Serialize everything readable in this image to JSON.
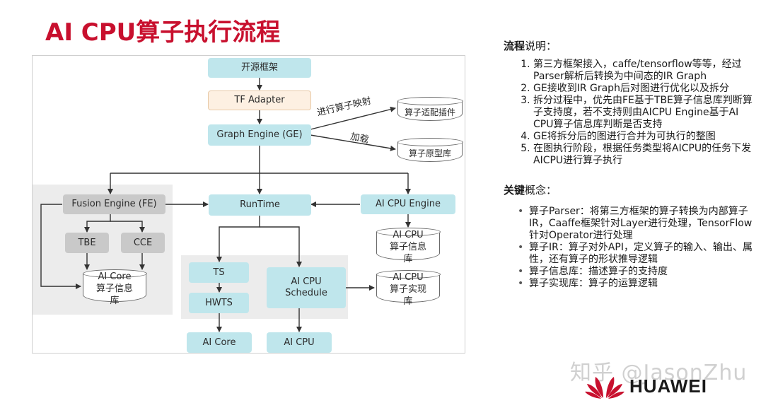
{
  "title": "AI CPU算子执行流程",
  "diagram": {
    "nodes": {
      "open_framework": "开源框架",
      "tf_adapter": "TF Adapter",
      "graph_engine": "Graph Engine (GE)",
      "fusion_engine": "Fusion Engine (FE)",
      "runtime": "RunTime",
      "ai_cpu_engine": "AI CPU Engine",
      "tbe": "TBE",
      "cce": "CCE",
      "ts": "TS",
      "hwts": "HWTS",
      "ai_cpu_schedule": "AI CPU Schedule",
      "ai_core": "AI Core",
      "ai_cpu": "AI CPU"
    },
    "databases": {
      "operator_adapter_plugin": "算子适配插件",
      "operator_prototype_lib": "算子原型库",
      "ai_cpu_info_lib": "AI CPU 算子信息库",
      "ai_core_info_lib": "AI Core 算子信息库",
      "ai_cpu_impl_lib": "AI CPU 算子实现库"
    },
    "edge_labels": {
      "mapping": "进行算子映射",
      "load": "加载"
    }
  },
  "flow": {
    "heading_bold": "流程",
    "heading_rest": "说明：",
    "steps": [
      "第三方框架接入，caffe/tensorflow等等，经过Parser解析后转换为中间态的IR Graph",
      "GE接收到IR Graph后对图进行优化以及拆分",
      "拆分过程中，优先由FE基于TBE算子信息库判断算子支持度，若不支持则由AICPU Engine基于AI CPU算子信息库判断是否支持",
      "GE将拆分后的图进行合并为可执行的整图",
      "在图执行阶段，根据任务类型将AICPU的任务下发AICPU进行算子执行"
    ]
  },
  "concepts": {
    "heading_bold": "关键",
    "heading_rest": "概念：",
    "items": [
      "算子Parser：将第三方框架的算子转换为内部算子IR，Caaffe框架针对Layer进行处理，TensorFlow针对Operator进行处理",
      "算子IR：算子对外API，定义算子的输入、输出、属性，还有算子的形状推导逻辑",
      "算子信息库：描述算子的支持度",
      "算子实现库：算子的运算逻辑"
    ]
  },
  "watermark": "知乎 @JasonZhu",
  "brand": {
    "name": "HUAWEI",
    "color": "#c8102e"
  },
  "colors": {
    "accent": "#c8102e",
    "node_cyan": "#bfe6ec",
    "node_grey": "#c9c9c9",
    "node_peach": "#fdf0e2"
  }
}
